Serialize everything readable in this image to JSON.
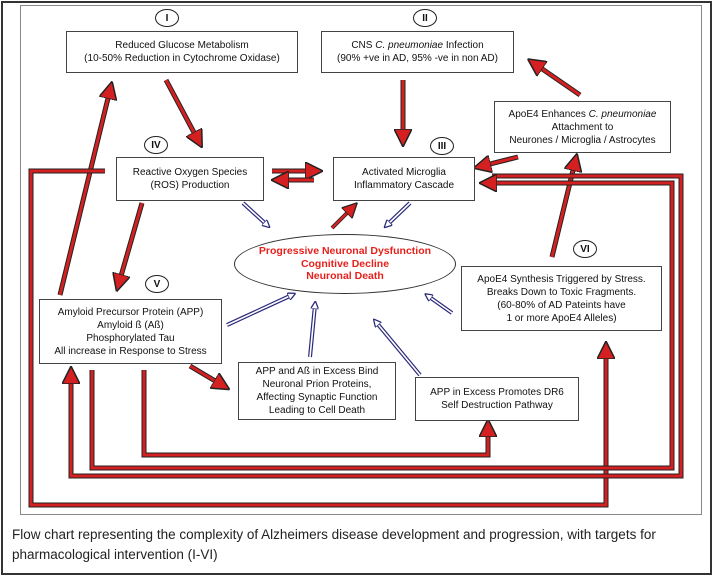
{
  "colors": {
    "pathway_arrow": "#d42020",
    "effect_arrow": "#2b2a7a",
    "outcome_text": "#e8201c"
  },
  "labels": {
    "I": "I",
    "II": "II",
    "III": "III",
    "IV": "IV",
    "V": "V",
    "VI": "VI"
  },
  "boxes": {
    "glucose": {
      "line1": "Reduced Glucose Metabolism",
      "line2": "(10-50% Reduction in Cytochrome Oxidase)"
    },
    "cpn_infection": {
      "line1_pre": "CNS ",
      "line1_italic": "C. pneumoniae",
      "line1_post": " Infection",
      "line2": "(90% +ve in AD, 95% -ve in non AD)"
    },
    "apoe4_enhances": {
      "line1_pre": "ApoE4 Enhances ",
      "line1_italic": "C. pneumoniae",
      "line2": "Attachment to",
      "line3": "Neurones / Microglia / Astrocytes"
    },
    "ros": {
      "line1": "Reactive Oxygen Species",
      "line2": "(ROS) Production"
    },
    "microglia": {
      "line1": "Activated Microglia",
      "line2": "Inflammatory Cascade"
    },
    "app": {
      "line1": "Amyloid Precursor Protein (APP)",
      "line2": "Amyloid ß (Aß)",
      "line3": "Phosphorylated Tau",
      "line4": "All increase in Response to Stress"
    },
    "apoe4_synthesis": {
      "line1": "ApoE4 Synthesis Triggered by Stress.",
      "line2": "Breaks Down to Toxic Fragments.",
      "line3": "(60-80% of AD Pateints have",
      "line4": "1 or more ApoE4 Alleles)"
    },
    "prion": {
      "line1": "APP and Aß in Excess Bind",
      "line2": "Neuronal Prion Proteins,",
      "line3": "Affecting Synaptic Function",
      "line4": "Leading to Cell Death"
    },
    "dr6": {
      "line1": "APP in Excess Promotes DR6",
      "line2": "Self Destruction Pathway"
    }
  },
  "outcome": {
    "line1": "Progressive Neuronal Dysfunction",
    "line2": "Cognitive Decline",
    "line3": "Neuronal Death"
  },
  "caption": "Flow chart representing the complexity of Alzheimers disease development and progression, with targets for pharmacological intervention (I-VI)"
}
